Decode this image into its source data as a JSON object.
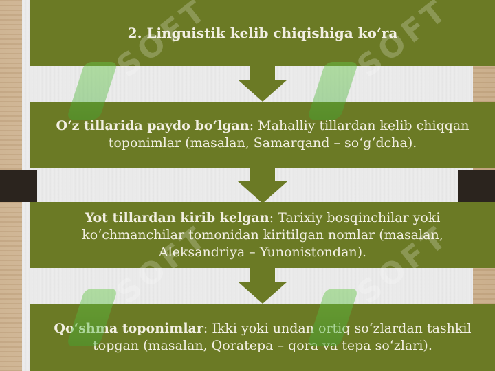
{
  "watermark": {
    "text": "SOFT"
  },
  "box1": {
    "title": "2. Linguistik kelib chiqishiga ko‘ra"
  },
  "box2": {
    "term": "O‘z tillarida paydo bo‘lgan",
    "desc": ": Mahalliy tillardan kelib chiqqan toponimlar (masalan, Samarqand – so‘g‘dcha)."
  },
  "box3": {
    "term": "Yot tillardan kirib kelgan",
    "desc": ": Tarixiy bosqinchilar yoki ko‘chmanchilar tomonidan kiritilgan nomlar (masalan, Aleksandriya – Yunonistondan)."
  },
  "box4": {
    "term": "Qo‘shma toponimlar",
    "desc": ": Ikki yoki undan ortiq so‘zlardan tashkil topgan (masalan, Qoratepa – qora va tepa so‘zlari)."
  },
  "colors": {
    "box": "#6b7a25",
    "text": "#f2efe2",
    "background": "#d9c3a2"
  }
}
